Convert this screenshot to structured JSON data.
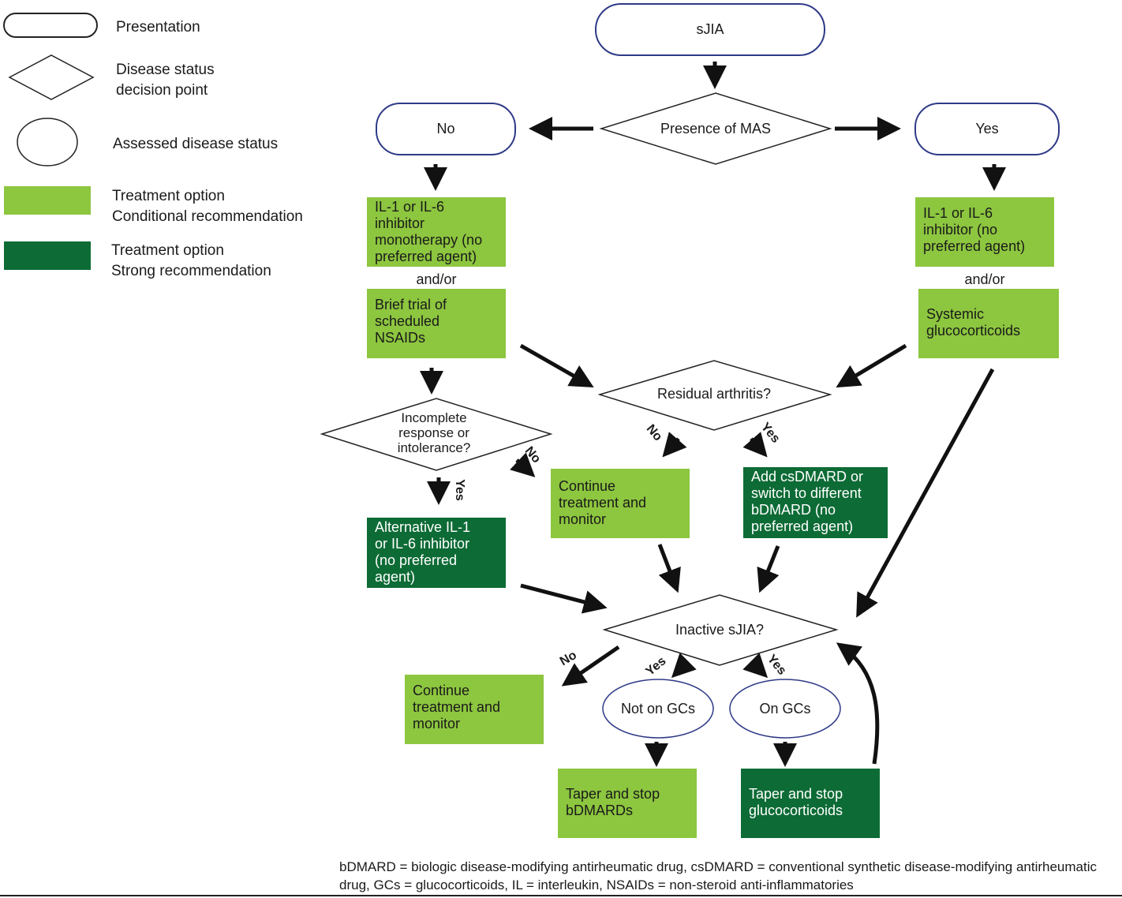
{
  "legend": {
    "presentation": "Presentation",
    "decision": "Disease status\ndecision point",
    "assessed": "Assessed disease status",
    "conditional": "Treatment option\nConditional recommendation",
    "strong": "Treatment option\nStrong recommendation"
  },
  "nodes": {
    "sjia": "sJIA",
    "mas": "Presence of MAS",
    "no_mas": "No",
    "yes_mas": "Yes",
    "il_mono": "IL-1 or IL-6\ninhibitor\nmonotherapy (no\npreferred agent)",
    "andor_left": "and/or",
    "nsaids": "Brief trial of\nscheduled\nNSAIDs",
    "il_yes": "IL-1 or IL-6\ninhibitor (no\npreferred agent)",
    "andor_right": "and/or",
    "gc": "Systemic\nglucocorticoids",
    "residual": "Residual arthritis?",
    "incomplete": "Incomplete\nresponse or\nintolerance?",
    "continue1": "Continue\ntreatment and\nmonitor",
    "add_csdmard": "Add csDMARD or\nswitch to different\nbDMARD (no\npreferred agent)",
    "alt_il": "Alternative IL-1\nor IL-6 inhibitor\n(no preferred\nagent)",
    "inactive": "Inactive sJIA?",
    "continue2": "Continue\ntreatment and\nmonitor",
    "not_on_gc": "Not on GCs",
    "on_gc": "On GCs",
    "taper_bdmard": "Taper and stop\nbDMARDs",
    "taper_gc": "Taper and stop\nglucocorticoids"
  },
  "edge_labels": {
    "residual_no": "No",
    "residual_yes": "Yes",
    "incomplete_no": "No",
    "incomplete_yes": "Yes",
    "inactive_no": "No",
    "inactive_yes_left": "Yes",
    "inactive_yes_right": "Yes"
  },
  "footer": "bDMARD = biologic disease-modifying antirheumatic drug, csDMARD = conventional synthetic disease-modifying antirheumatic drug, GCs = glucocorticoids, IL = interleukin, NSAIDs = non-steroid anti-inflammatories",
  "colors": {
    "conditional": "#8dc63f",
    "strong": "#0d6b35",
    "outline_blue": "#2e3a87"
  }
}
